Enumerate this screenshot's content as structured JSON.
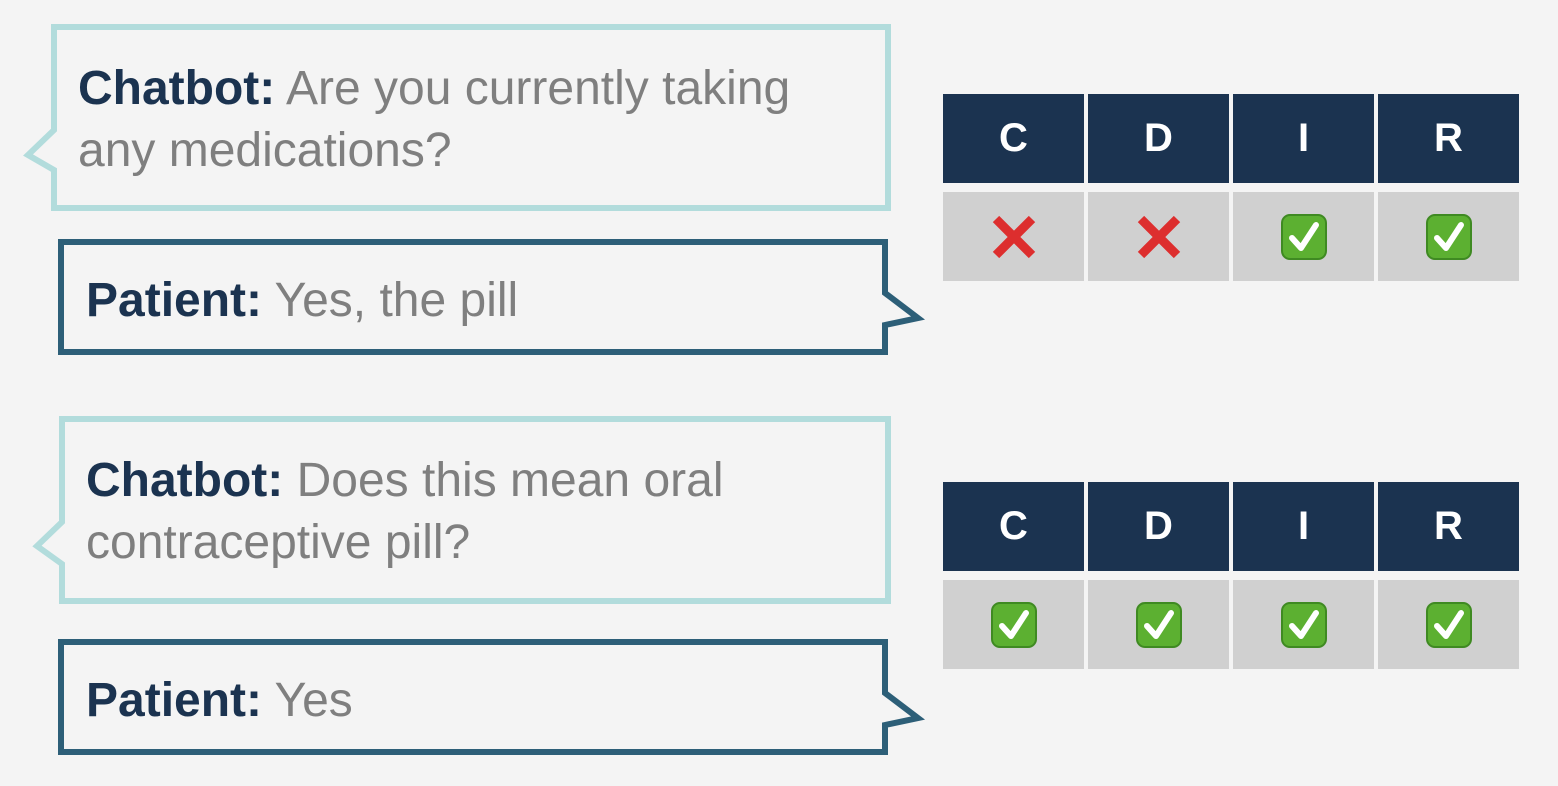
{
  "exchanges": [
    {
      "chatbot": {
        "speaker": "Chatbot:",
        "message": "Are you currently taking any medications?"
      },
      "patient": {
        "speaker": "Patient:",
        "message": "Yes, the pill"
      },
      "table": {
        "headers": [
          "C",
          "D",
          "I",
          "R"
        ],
        "values": [
          {
            "icon": "cross-icon",
            "passed": false
          },
          {
            "icon": "cross-icon",
            "passed": false
          },
          {
            "icon": "check-icon",
            "passed": true
          },
          {
            "icon": "check-icon",
            "passed": true
          }
        ]
      }
    },
    {
      "chatbot": {
        "speaker": "Chatbot:",
        "message": "Does this mean oral contraceptive pill?"
      },
      "patient": {
        "speaker": "Patient:",
        "message": "Yes"
      },
      "table": {
        "headers": [
          "C",
          "D",
          "I",
          "R"
        ],
        "values": [
          {
            "icon": "check-icon",
            "passed": true
          },
          {
            "icon": "check-icon",
            "passed": true
          },
          {
            "icon": "check-icon",
            "passed": true
          },
          {
            "icon": "check-icon",
            "passed": true
          }
        ]
      }
    }
  ],
  "colors": {
    "background": "#f4f4f4",
    "chatbot_border": "#b2dcdc",
    "patient_border": "#2d5f78",
    "speaker_text": "#1b3350",
    "message_text": "#7f7f7f",
    "header_fill": "#1b3350",
    "cell_fill": "#d0d0d0",
    "cross": "#dd2e2e",
    "check_fill": "#5cb031"
  }
}
